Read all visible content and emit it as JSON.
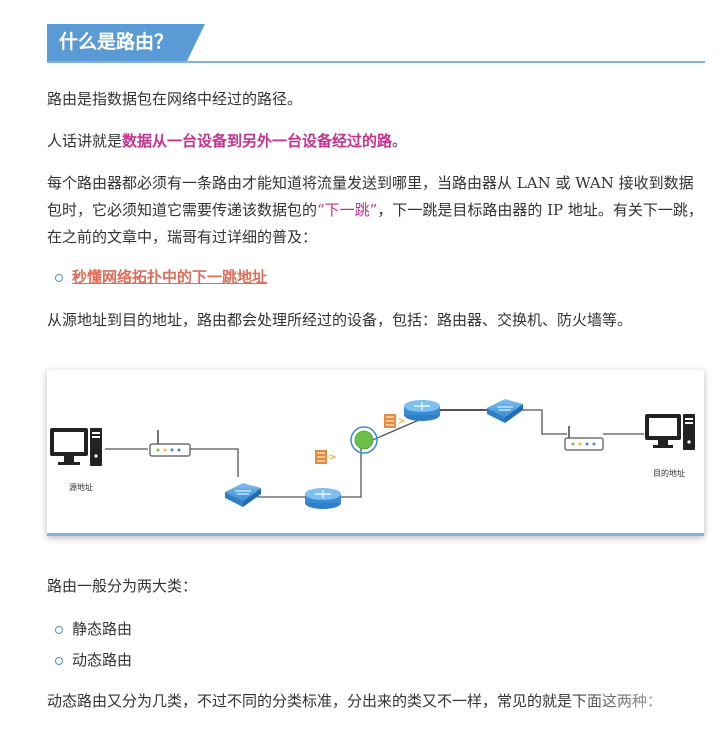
{
  "heading": "什么是路由？",
  "para1": "路由是指数据包在网络中经过的路径。",
  "para2": {
    "prefix": "人话讲就是",
    "highlight": "数据从一台设备到另外一台设备经过的路",
    "suffix": "。"
  },
  "para3": {
    "part1": "每个路由器都必须有一条路由才能知道将流量发送到哪里，当路由器从 LAN 或 WAN 接收到数据包时，它必须知道它需要传递该数据包的",
    "quoted": "“下一跳”",
    "part2": "，下一跳是目标路由器的 IP 地址。有关下一跳，在之前的文章中，瑞哥有过详细的普及："
  },
  "link_item": "秒懂网络拓扑中的下一跳地址",
  "para4": "从源地址到目的地址，路由都会处理所经过的设备，包括：路由器、交换机、防火墙等。",
  "diagram": {
    "source_label": "源地址",
    "dest_label": "目的地址"
  },
  "para5": "路由一般分为两大类：",
  "route_types": [
    "静态路由",
    "动态路由"
  ],
  "para6": "动态路由又分为几类，不过不同的分类标准，分出来的类又不一样，常见的就是下面这两种："
}
